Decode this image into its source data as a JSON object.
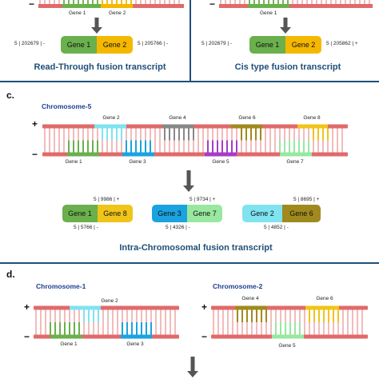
{
  "top": {
    "minus": "−",
    "left": {
      "gene1": "Gene 1",
      "gene2": "Gene 2",
      "coord_left": "5 | 202679 | -",
      "coord_right": "5 | 205766 | -",
      "box1": "Gene 1",
      "box2": "Gene 2",
      "caption": "Read-Through fusion transcript"
    },
    "right": {
      "gene1": "Gene 1",
      "coord_left": "5 | 202679 | -",
      "coord_right": "5 | 205862 | +",
      "box1": "Gene 1",
      "box2": "Gene 2",
      "caption": "Cis type fusion transcript"
    }
  },
  "panel_c": {
    "label": "c.",
    "chromosome": "Chromosome-5",
    "plus": "+",
    "minus": "−",
    "genes_top": [
      "Gene 2",
      "Gene 4",
      "Gene 6",
      "Gene 8"
    ],
    "genes_bottom": [
      "Gene 1",
      "Gene 3",
      "Gene 5",
      "Gene 7"
    ],
    "fusions": [
      {
        "top": "5 | 9986 | +",
        "bottom": "5 | 5766 | -",
        "a": "Gene 1",
        "b": "Gene 8"
      },
      {
        "top": "5 | 9734 | +",
        "bottom": "5 | 4326 | -",
        "a": "Gene 3",
        "b": "Gene 7"
      },
      {
        "top": "5 | 8695 | +",
        "bottom": "5 | 4852 | -",
        "a": "Gene 2",
        "b": "Gene 6"
      }
    ],
    "caption": "Intra-Chromosomal fusion transcript"
  },
  "panel_d": {
    "label": "d.",
    "chrom1": {
      "name": "Chromosome-1",
      "plus": "+",
      "minus": "−",
      "gene_top": "Gene 2",
      "genes_bottom": [
        "Gene 1",
        "Gene 3"
      ]
    },
    "chrom2": {
      "name": "Chromosome-2",
      "plus": "+",
      "minus": "−",
      "genes_top": [
        "Gene 4",
        "Gene 6"
      ],
      "gene_bottom": "Gene 5"
    }
  },
  "colors": {
    "strand": "#e06a6a",
    "rung": "#e88f8f",
    "gene1": "#6ab04c",
    "gene2": "#f5b800",
    "gene3": "#1aa3e0",
    "gene4": "#888888",
    "gene5": "#a63bc9",
    "gene6": "#a08a1e",
    "gene7": "#98e8a0",
    "gene8": "#f0c419",
    "gene2c": "#7fe3f0",
    "arrow": "#555555",
    "rule": "#1f4e79"
  }
}
